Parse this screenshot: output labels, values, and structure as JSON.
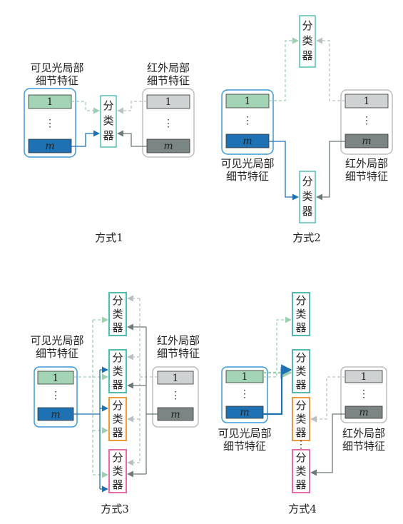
{
  "colors": {
    "visible_border": "#3a9ad9",
    "infrared_border": "#bdbdbd",
    "visible_cell1": "#a3d4b5",
    "visible_cellm": "#1e72b4",
    "infrared_cell1": "#cfd2d2",
    "infrared_cellm": "#7b8584",
    "teal_border": "#3cb3ab",
    "orange_border": "#e98c2a",
    "pink_border": "#e25b9d",
    "arrow_dashed_green": "#9ccfb2",
    "arrow_dashed_gray": "#b9c1c0",
    "arrow_blue": "#1e72b4",
    "arrow_gray": "#6e7978"
  },
  "labels": {
    "visible": [
      "可见光局部",
      "细节特征"
    ],
    "infrared": [
      "红外局部",
      "细节特征"
    ],
    "classifier": [
      "分",
      "类",
      "器"
    ],
    "cell_first": "1",
    "cell_dots": "⋮",
    "cell_last": "m",
    "vdots": "⋮"
  },
  "captions": [
    "方式1",
    "方式2",
    "方式3",
    "方式4"
  ]
}
